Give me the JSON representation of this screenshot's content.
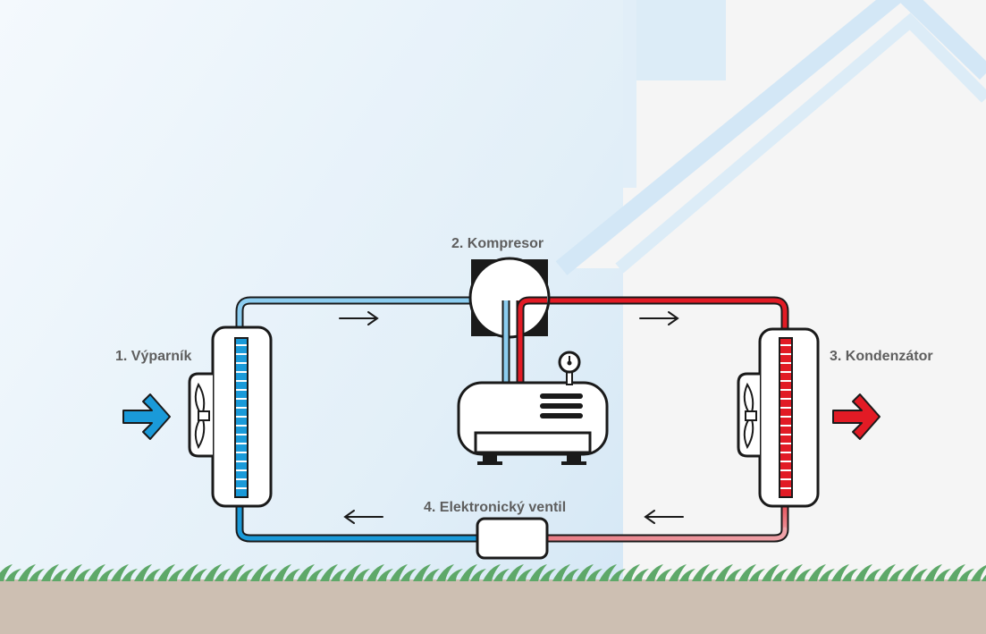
{
  "labels": {
    "evaporator": "1. Výparník",
    "compressor": "2. Kompresor",
    "condenser": "3. Kondenzátor",
    "valve": "4. Elektronický ventil"
  },
  "colors": {
    "cold_pipe": "#1a9ad9",
    "cold_pipe_light": "#8ccdf0",
    "hot_pipe": "#e21b25",
    "hot_pipe_light": "#ec9aa0",
    "outline": "#1a1a1a",
    "outdoor_sky": "#e8f3fa",
    "house_wall": "#f5f5f5",
    "roof_stroke": "#d3e7f6",
    "ground": "#cdbfb2",
    "grass": "#5ea869"
  },
  "icons": {
    "inlet": "blue-arrow-icon",
    "outlet": "red-arrow-icon",
    "fan": "fan-icon",
    "gauge": "pressure-gauge-icon",
    "flow": "flow-arrow-icon"
  }
}
